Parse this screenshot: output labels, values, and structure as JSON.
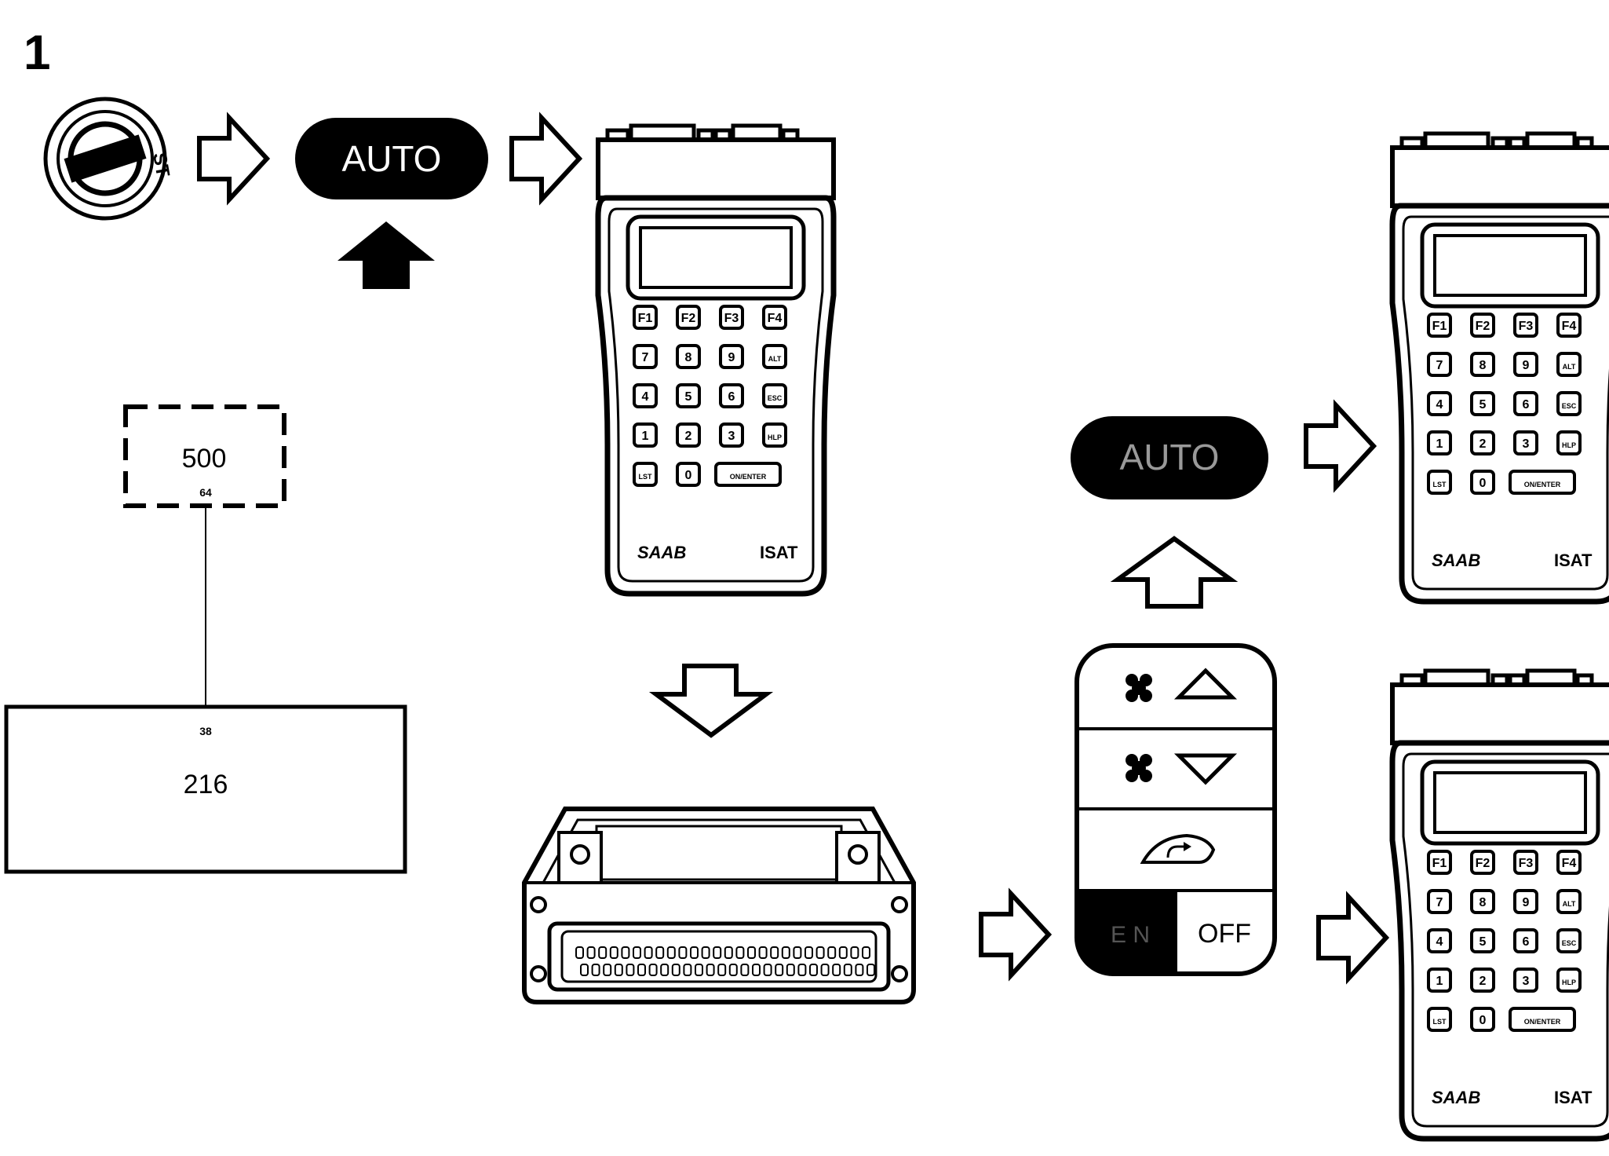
{
  "figure_number": "1",
  "ignition": {
    "label": "ST"
  },
  "auto_button_top": {
    "label": "AUTO"
  },
  "auto_button_mid": {
    "label": "AUTO"
  },
  "wiring": {
    "box_upper": {
      "label": "500",
      "pin": "64"
    },
    "box_lower": {
      "label": "216",
      "pin": "38"
    }
  },
  "scan_tool": {
    "brand": "SAAB",
    "model": "ISAT",
    "keys_row1": [
      "F1",
      "F2",
      "F3",
      "F4"
    ],
    "keys_row2": [
      "7",
      "8",
      "9",
      "ALT"
    ],
    "keys_row3": [
      "4",
      "5",
      "6",
      "ESC"
    ],
    "keys_row4": [
      "1",
      "2",
      "3",
      "HLP"
    ],
    "keys_row5": [
      "LST",
      "0",
      "ON/ENTER"
    ]
  },
  "control_panel": {
    "fan_up_icon": "fan-up-icon",
    "fan_down_icon": "fan-down-icon",
    "recirc_icon": "recirculation-icon",
    "econ_label": "E   N",
    "off_label": "OFF"
  }
}
